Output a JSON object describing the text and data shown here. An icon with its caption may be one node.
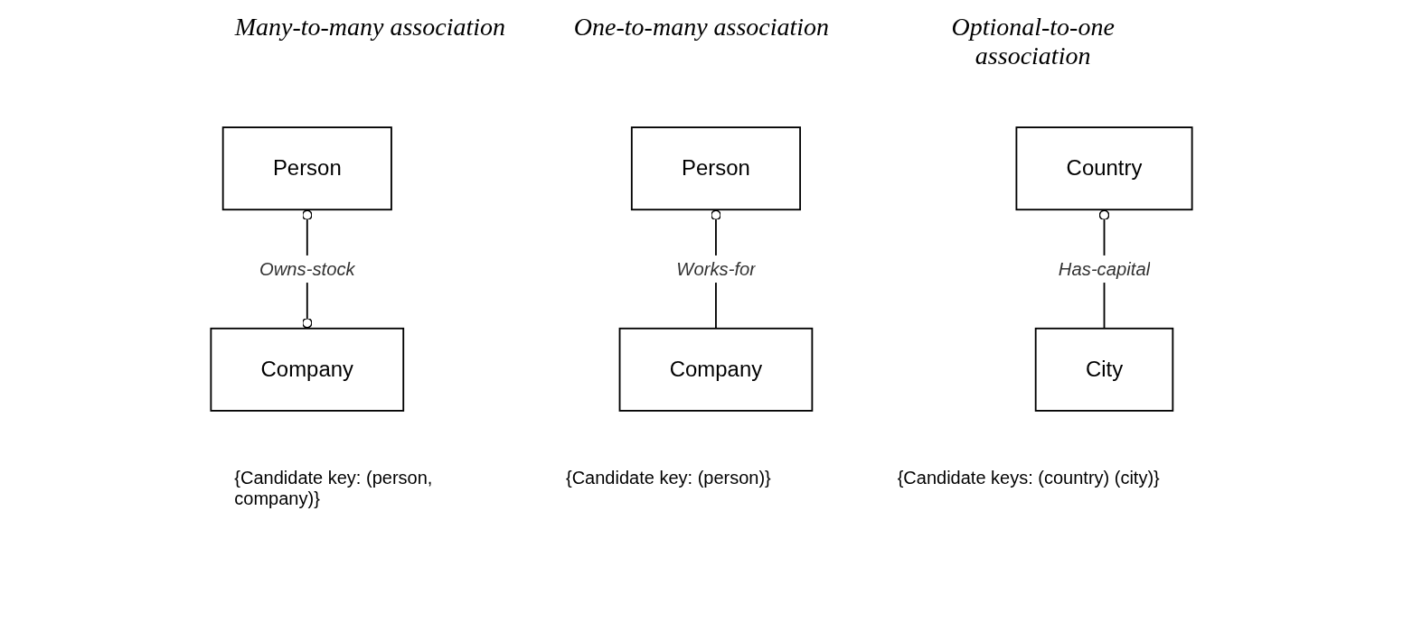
{
  "diagram": {
    "nodes": [
      {
        "text": [
          "Person"
        ]
      },
      {
        "text": [
          "Company"
        ]
      },
      {
        "text": [
          "Person"
        ]
      },
      {
        "text": [
          "Company"
        ]
      },
      {
        "text": [
          "Country"
        ]
      },
      {
        "text": [
          "City"
        ]
      }
    ],
    "edges": [
      {
        "from": 1,
        "to": 0,
        "arrow": "other",
        "label": "Owns-stock"
      },
      {
        "from": 3,
        "to": 2,
        "arrow": "other",
        "label": "Works-for"
      },
      {
        "from": 5,
        "to": 4,
        "arrow": "other",
        "label": "Has-capital"
      }
    ],
    "labels": [
      "Many-to-many association",
      "One-to-many association",
      "Optional-to-one association",
      "{Candidate key: (person, company)}",
      "{Candidate key: (person)}",
      "{Candidate keys: (country) (city)}"
    ]
  }
}
